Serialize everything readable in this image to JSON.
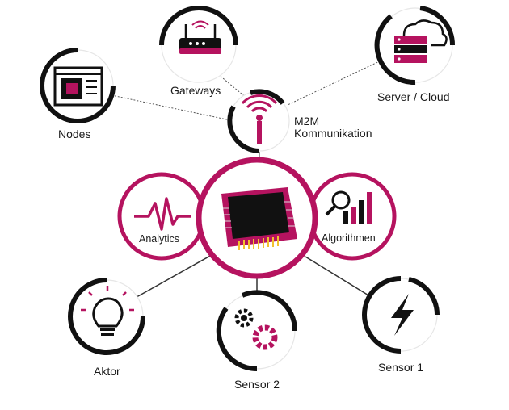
{
  "colors": {
    "magenta": "#b5135f",
    "black": "#111111",
    "gray": "#8a8a8a",
    "white": "#ffffff"
  },
  "nodes": {
    "gateways": {
      "label": "Gateways",
      "icon": "router-icon"
    },
    "server_cloud": {
      "label": "Server / Cloud",
      "icon": "server-cloud-icon"
    },
    "nodes": {
      "label": "Nodes",
      "icon": "chip-window-icon"
    },
    "m2m": {
      "label_line1": "M2M",
      "label_line2": "Kommunikation",
      "icon": "wireless-signal-icon"
    },
    "analytics": {
      "label": "Analytics",
      "icon": "pulse-wave-icon"
    },
    "central": {
      "icon": "microcontroller-chip-icon"
    },
    "algorithmen": {
      "label": "Algorithmen",
      "icon": "magnifier-bar-chart-icon"
    },
    "aktor": {
      "label": "Aktor",
      "icon": "light-bulb-icon"
    },
    "sensor2": {
      "label": "Sensor 2",
      "icon": "gears-icon"
    },
    "sensor1": {
      "label": "Sensor 1",
      "icon": "lightning-icon"
    }
  }
}
